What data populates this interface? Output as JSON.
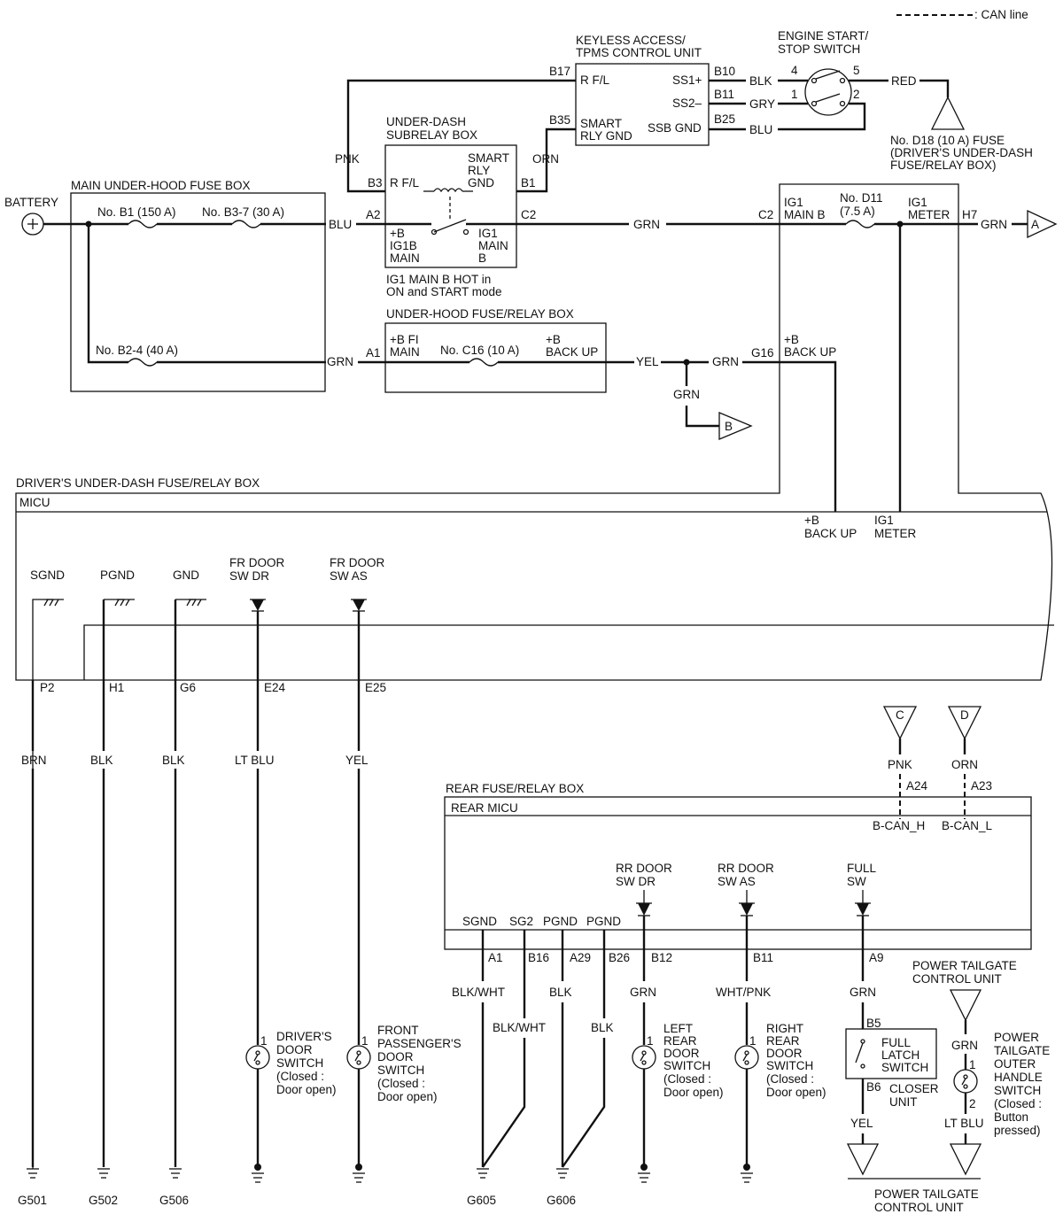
{
  "legend": {
    "can_line": ": CAN line"
  },
  "battery": "BATTERY",
  "main_fuse_box": {
    "title": "MAIN UNDER-HOOD FUSE BOX",
    "fuse_b1": "No. B1 (150 A)",
    "fuse_b3_7": "No. B3-7 (30 A)",
    "fuse_b2_4": "No. B2-4 (40 A)"
  },
  "subrelay": {
    "title1": "UNDER-DASH",
    "title2": "SUBRELAY BOX",
    "rfl": "R F/L",
    "smart1": "SMART",
    "smart2": "RLY",
    "smart3": "GND",
    "ig1b1": "+B",
    "ig1b2": "IG1B",
    "ig1b3": "MAIN",
    "ig1m1": "IG1",
    "ig1m2": "MAIN",
    "ig1m3": "B",
    "note1": "IG1 MAIN B HOT in",
    "note2": "ON and START mode"
  },
  "keyless": {
    "title1": "KEYLESS ACCESS/",
    "title2": "TPMS CONTROL UNIT",
    "rfl": "R F/L",
    "smart1": "SMART",
    "smart2": "RLY GND",
    "ss1": "SS1+",
    "ss2": "SS2–",
    "ssbgnd": "SSB GND"
  },
  "engine_switch": {
    "title1": "ENGINE START/",
    "title2": "STOP SWITCH",
    "p4": "4",
    "p5": "5",
    "p1": "1",
    "p2": "2"
  },
  "fuse_d18": {
    "l1": "No. D18 (10 A) FUSE",
    "l2": "(DRIVER'S UNDER-DASH",
    "l3": "FUSE/RELAY BOX)"
  },
  "underhood": {
    "title": "UNDER-HOOD FUSE/RELAY BOX",
    "fi1": "+B FI",
    "fi2": "MAIN",
    "fuse_c16": "No. C16 (10 A)",
    "bu1": "+B",
    "bu2": "BACK UP"
  },
  "driver_box": {
    "title": "DRIVER'S UNDER-DASH FUSE/RELAY BOX",
    "micu": "MICU",
    "ig1a": "IG1",
    "ig1b": "MAIN B",
    "d11a": "No. D11",
    "d11b": "(7.5 A)",
    "ig1meter1": "IG1",
    "ig1meter2": "METER",
    "bu1": "+B",
    "bu2": "BACK UP",
    "bu3": "+B",
    "bu4": "BACK UP",
    "m1": "IG1",
    "m2": "METER"
  },
  "micu_pins": {
    "sgnd": "SGND",
    "pgnd": "PGND",
    "gnd": "GND",
    "frdr1": "FR DOOR",
    "frdr2": "SW DR",
    "fras1": "FR DOOR",
    "fras2": "SW AS"
  },
  "wires": {
    "pnk": "PNK",
    "orn": "ORN",
    "blu": "BLU",
    "grn": "GRN",
    "yel": "YEL",
    "blk": "BLK",
    "gry": "GRY",
    "red": "RED",
    "brn": "BRN",
    "ltblu": "LT BLU",
    "blkwht": "BLK/WHT",
    "whtpnk": "WHT/PNK"
  },
  "pins": {
    "b17": "B17",
    "b35": "B35",
    "b10": "B10",
    "b11": "B11",
    "b25": "B25",
    "b3": "B3",
    "b1": "B1",
    "a2": "A2",
    "c2": "C2",
    "c2b": "C2",
    "h7": "H7",
    "a1": "A1",
    "g16": "G16",
    "p2": "P2",
    "h1": "H1",
    "g6": "G6",
    "e24": "E24",
    "e25": "E25",
    "a24": "A24",
    "a23": "A23",
    "ra1": "A1",
    "rb16": "B16",
    "ra29": "A29",
    "rb26": "B26",
    "rb12": "B12",
    "rb11": "B11",
    "ra9": "A9",
    "b5": "B5",
    "b6": "B6",
    "one": "1",
    "two": "2"
  },
  "connectors": {
    "a": "A",
    "b": "B",
    "c": "C",
    "d": "D"
  },
  "rear_box": {
    "title": "REAR FUSE/RELAY BOX",
    "micu": "REAR MICU",
    "canh": "B-CAN_H",
    "canl": "B-CAN_L",
    "sgnd": "SGND",
    "sg2": "SG2",
    "pgnd": "PGND",
    "pgnd2": "PGND",
    "rrdr1": "RR DOOR",
    "rrdr2": "SW DR",
    "rras1": "RR DOOR",
    "rras2": "SW AS",
    "full1": "FULL",
    "full2": "SW"
  },
  "switches": {
    "drv": [
      "DRIVER'S",
      "DOOR",
      "SWITCH",
      "(Closed :",
      "Door open)"
    ],
    "pass": [
      "FRONT",
      "PASSENGER'S",
      "DOOR",
      "SWITCH",
      "(Closed :",
      "Door open)"
    ],
    "lr": [
      "LEFT",
      "REAR",
      "DOOR",
      "SWITCH",
      "(Closed :",
      "Door open)"
    ],
    "rr": [
      "RIGHT",
      "REAR",
      "DOOR",
      "SWITCH",
      "(Closed :",
      "Door open)"
    ],
    "latch": [
      "FULL",
      "LATCH",
      "SWITCH"
    ],
    "closer": [
      "CLOSER",
      "UNIT"
    ],
    "outer": [
      "POWER",
      "TAILGATE",
      "OUTER",
      "HANDLE",
      "SWITCH",
      "(Closed :",
      "Button",
      "pressed)"
    ]
  },
  "ptcu": {
    "top1": "POWER TAILGATE",
    "top2": "CONTROL UNIT",
    "bot1": "POWER TAILGATE",
    "bot2": "CONTROL UNIT"
  },
  "grounds": {
    "g501": "G501",
    "g502": "G502",
    "g506": "G506",
    "g605": "G605",
    "g606": "G606"
  }
}
